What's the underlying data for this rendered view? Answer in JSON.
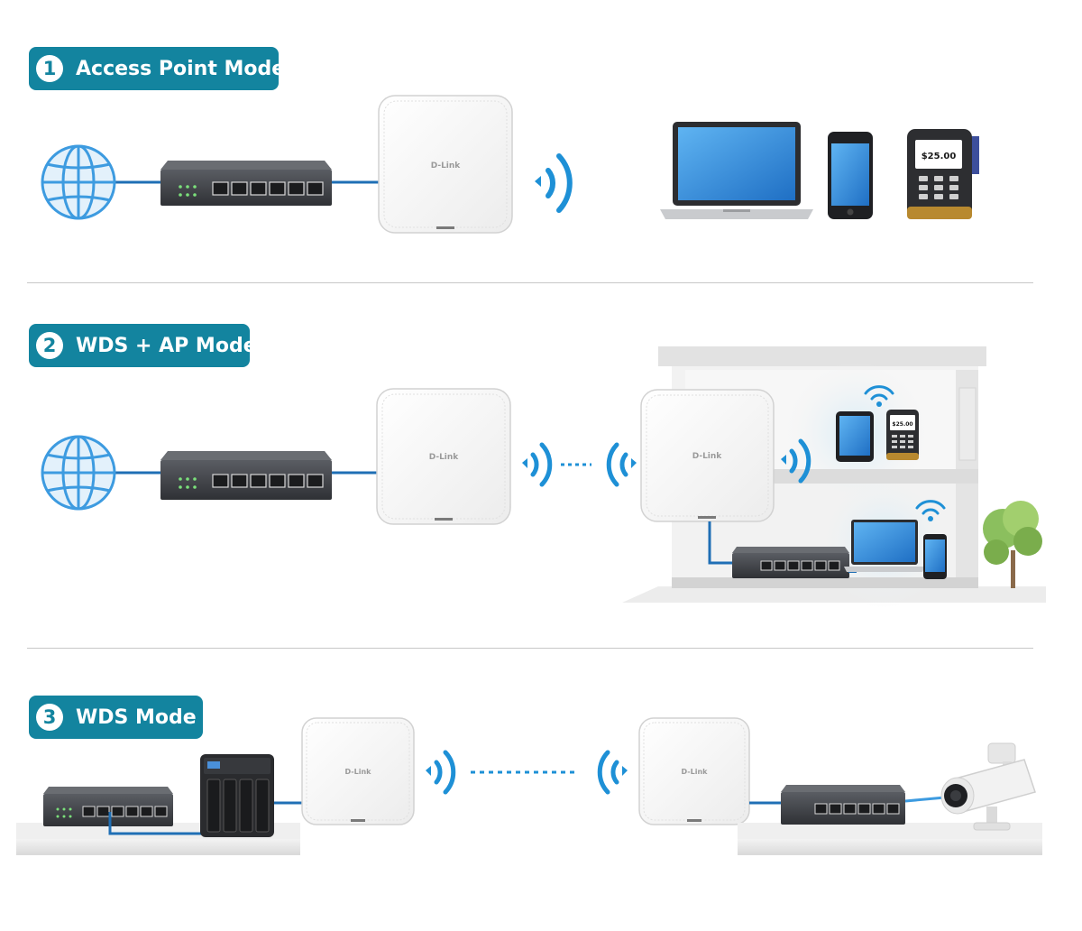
{
  "sections": [
    {
      "number": "1",
      "title": "Access Point Mode"
    },
    {
      "number": "2",
      "title": "WDS + AP Mode"
    },
    {
      "number": "3",
      "title": "WDS Mode"
    }
  ],
  "device": {
    "brand": "D-Link",
    "pos_amount": "$25.00"
  },
  "colors": {
    "accent": "#13849f",
    "link": "#1f6fb5",
    "wifi": "#1e90d6",
    "switch": "#3d3f44",
    "globe": "#3d9be0"
  }
}
